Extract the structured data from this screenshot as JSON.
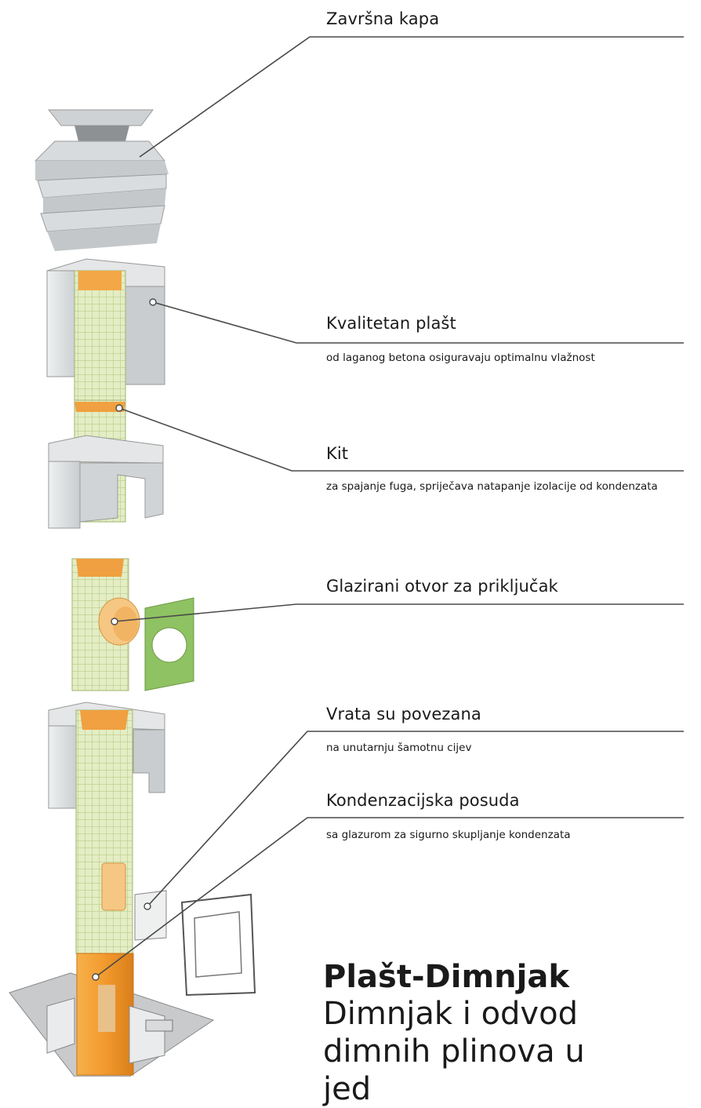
{
  "callouts": [
    {
      "title": "Završna kapa",
      "desc": ""
    },
    {
      "title": "Kvalitetan plašt",
      "desc": "od laganog betona osiguravaju optimalnu vlažnost"
    },
    {
      "title": "Kit",
      "desc": "za spajanje fuga, spriječava natapanje izolacije od kondenzata"
    },
    {
      "title": "Glazirani otvor za priključak",
      "desc": ""
    },
    {
      "title": "Vrata su povezana",
      "desc": "na unutarnju šamotnu cijev"
    },
    {
      "title": "Kondenzacijska posuda",
      "desc": "sa glazurom za sigurno skupljanje kondenzata"
    }
  ],
  "product": {
    "title": "Plašt-Dimnjak",
    "subtitle_lines": [
      "Dimnjak i odvod",
      "dimnih plinova u",
      "jed"
    ]
  },
  "colors": {
    "concrete": "#d9dcdd",
    "liner_green": "#dfeab8",
    "grid": "#b6c98a",
    "orange": "#f2a33a",
    "plate_green": "#8ec262",
    "leader": "#4a4a4a"
  }
}
